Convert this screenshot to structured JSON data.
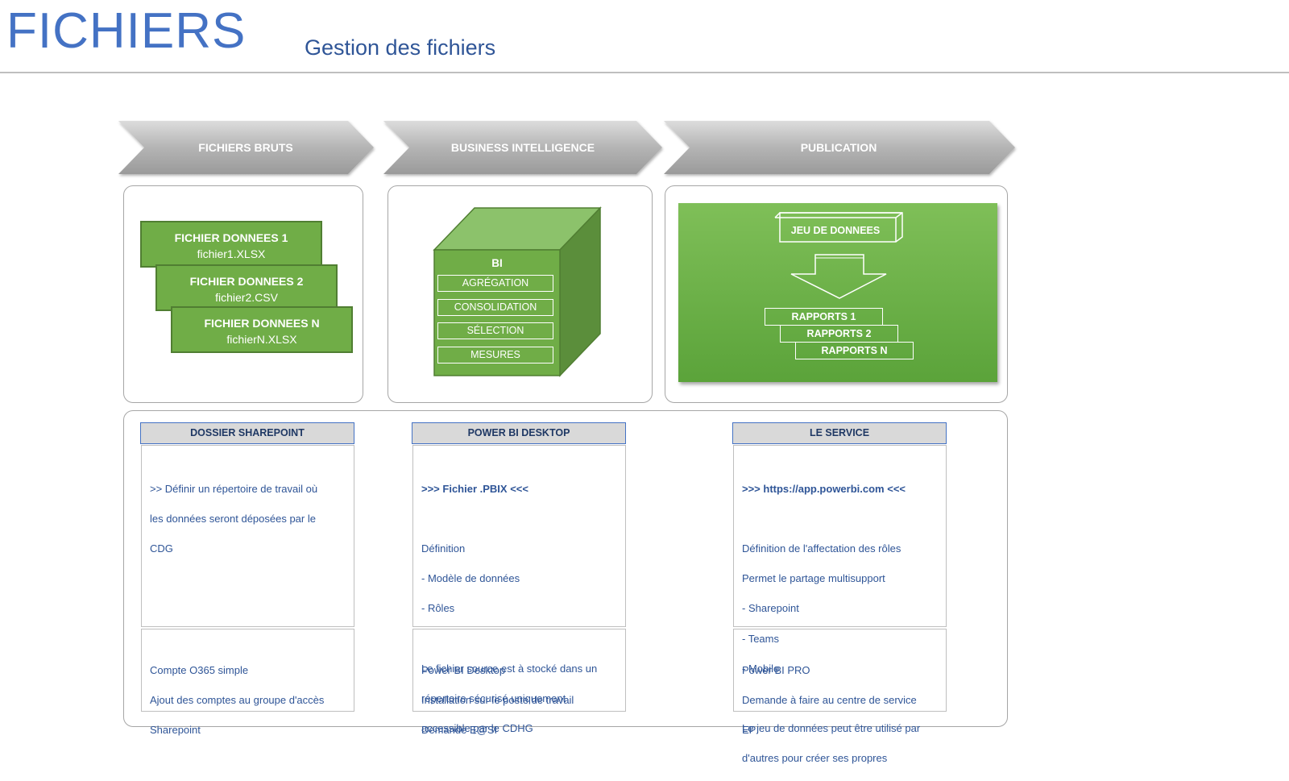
{
  "header": {
    "title": "FICHIERS",
    "subtitle": "Gestion des fichiers"
  },
  "steps": [
    "FICHIERS BRUTS",
    "BUSINESS INTELLIGENCE",
    "PUBLICATION"
  ],
  "files": [
    {
      "title": "FICHIER DONNEES 1",
      "name": "fichier1.XLSX"
    },
    {
      "title": "FICHIER DONNEES 2",
      "name": "fichier2.CSV"
    },
    {
      "title": "FICHIER DONNEES N",
      "name": "fichierN.XLSX"
    }
  ],
  "bi": {
    "label": "BI",
    "items": [
      "AGRÉGATION",
      "CONSOLIDATION",
      "SÉLECTION",
      "MESURES"
    ]
  },
  "publication": {
    "dataset": "JEU DE DONNEES",
    "reports": [
      "RAPPORTS 1",
      "RAPPORTS 2",
      "RAPPORTS N"
    ]
  },
  "sections": [
    {
      "header": "DOSSIER SHAREPOINT",
      "body": [
        ">> Définir un répertoire de travail où",
        "les données seront déposées par le",
        "CDG"
      ],
      "footer": [
        "Compte O365 simple",
        "Ajout des comptes au groupe d'accès",
        "Sharepoint"
      ]
    },
    {
      "header": "POWER BI DESKTOP",
      "body_bold": ">>> Fichier .PBIX <<<",
      "body": [
        "",
        "Définition",
        "  - Modèle de données",
        "  - Rôles",
        "",
        "Le fichier source est à stocké dans un",
        "répertoire sécurisé uniquement",
        "accessible par le CDHG"
      ],
      "footer": [
        "Power BI Desktop",
        "Installation sur le poste de travail",
        "Demande E@SI"
      ]
    },
    {
      "header": "LE SERVICE",
      "body_bold": ">>> https://app.powerbi.com <<<",
      "body": [
        "",
        "Définition de l'affectation des rôles",
        "Permet le partage multisupport",
        "  - Sharepoint",
        "  - Teams",
        "  - Mobile",
        "",
        "Le jeu de données peut être utilisé par",
        "d'autres pour créer ses propres"
      ],
      "footer": [
        "Power BI PRO",
        "Demande à faire au centre de service",
        "EP"
      ]
    }
  ],
  "colors": {
    "accent_blue": "#4472c4",
    "green": "#70ad47",
    "dark_green": "#507e32",
    "chevron_gray": "#a6a6a6"
  }
}
